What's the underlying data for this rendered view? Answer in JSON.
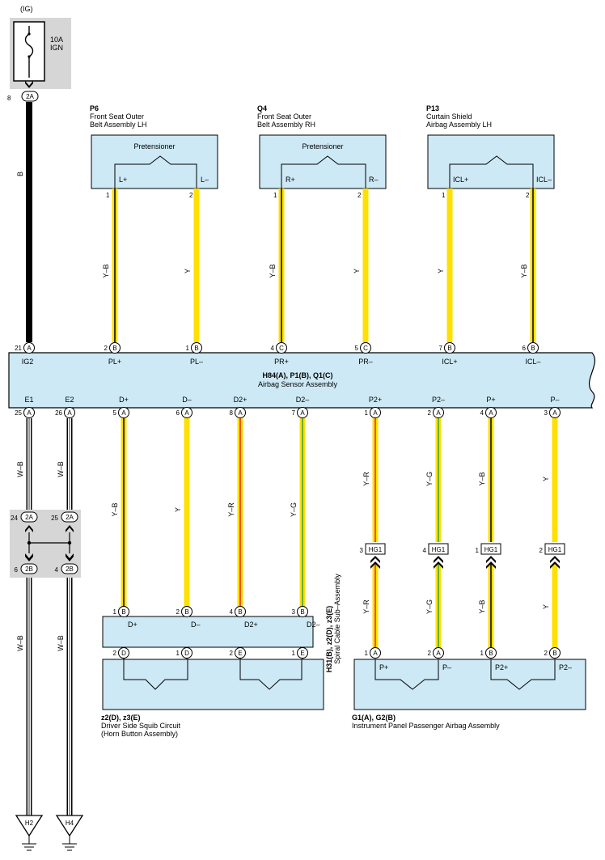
{
  "ig": {
    "label": "(IG)",
    "fuse_amp": "10A",
    "fuse_name": "IGN",
    "pin": "8",
    "conn": "2A",
    "wire": "B"
  },
  "components": {
    "p6": {
      "code": "P6",
      "name1": "Front Seat Outer",
      "name2": "Belt Assembly LH",
      "title": "Pretensioner",
      "t1": "L+",
      "t2": "L–",
      "p1": "1",
      "p2": "2"
    },
    "q4": {
      "code": "Q4",
      "name1": "Front Seat Outer",
      "name2": "Belt Assembly RH",
      "title": "Pretensioner",
      "t1": "R+",
      "t2": "R–",
      "p1": "1",
      "p2": "2"
    },
    "p13": {
      "code": "P13",
      "name1": "Curtain Shield",
      "name2": "Airbag Assembly LH",
      "t1": "ICL+",
      "t2": "ICL–",
      "p1": "1",
      "p2": "2"
    }
  },
  "upper_wires": [
    "Y–B",
    "Y",
    "Y–B",
    "Y",
    "Y",
    "Y–B"
  ],
  "sensor": {
    "code": "H84(A), P1(B), Q1(C)",
    "name": "Airbag Sensor Assembly",
    "top_pins": [
      {
        "num": "21",
        "conn": "A",
        "label": "IG2"
      },
      {
        "num": "2",
        "conn": "B",
        "label": "PL+"
      },
      {
        "num": "1",
        "conn": "B",
        "label": "PL–"
      },
      {
        "num": "4",
        "conn": "C",
        "label": "PR+"
      },
      {
        "num": "5",
        "conn": "C",
        "label": "PR–"
      },
      {
        "num": "7",
        "conn": "B",
        "label": "ICL+"
      },
      {
        "num": "6",
        "conn": "B",
        "label": "ICL–"
      }
    ],
    "bottom_pins": [
      {
        "num": "25",
        "conn": "A",
        "label": "E1"
      },
      {
        "num": "26",
        "conn": "A",
        "label": "E2"
      },
      {
        "num": "5",
        "conn": "A",
        "label": "D+"
      },
      {
        "num": "6",
        "conn": "A",
        "label": "D–"
      },
      {
        "num": "8",
        "conn": "A",
        "label": "D2+"
      },
      {
        "num": "7",
        "conn": "A",
        "label": "D2–"
      },
      {
        "num": "1",
        "conn": "A",
        "label": "P2+"
      },
      {
        "num": "2",
        "conn": "A",
        "label": "P2–"
      },
      {
        "num": "4",
        "conn": "A",
        "label": "P+"
      },
      {
        "num": "3",
        "conn": "A",
        "label": "P–"
      }
    ]
  },
  "lower_wires": [
    "W–B",
    "W–B",
    "Y–B",
    "Y",
    "Y–R",
    "Y–G",
    "Y–R",
    "Y–G",
    "Y–B",
    "Y"
  ],
  "junction": {
    "pins_top": [
      "24",
      "25"
    ],
    "conn_top": "2A",
    "pins_bottom": [
      "6",
      "4"
    ],
    "conn_bottom": "2B"
  },
  "ground_wires": [
    "W–B",
    "W–B"
  ],
  "grounds": [
    "H2",
    "H4"
  ],
  "hg1": {
    "conn": "HG1",
    "pins": [
      "3",
      "4",
      "1",
      "2"
    ]
  },
  "hg_wires": [
    "Y–R",
    "Y–G",
    "Y–B",
    "Y"
  ],
  "spiral": {
    "code": "H31(B), z2(D), z3(E)",
    "name": "Spiral Cable Sub–Assembly",
    "top_pins": [
      {
        "num": "1",
        "conn": "B",
        "label": "D+"
      },
      {
        "num": "2",
        "conn": "B",
        "label": "D–"
      },
      {
        "num": "4",
        "conn": "B",
        "label": "D2+"
      },
      {
        "num": "3",
        "conn": "B",
        "label": "D2–"
      }
    ],
    "bottom_pins": [
      {
        "num": "2",
        "conn": "D"
      },
      {
        "num": "1",
        "conn": "D"
      },
      {
        "num": "2",
        "conn": "E"
      },
      {
        "num": "1",
        "conn": "E"
      }
    ]
  },
  "squib": {
    "code": "z2(D), z3(E)",
    "name1": "Driver Side Squib Circuit",
    "name2": "(Horn Button Assembly)"
  },
  "passenger": {
    "code": "G1(A), G2(B)",
    "name": "Instrument Panel Passenger Airbag Assembly",
    "pins": [
      {
        "num": "1",
        "conn": "A",
        "label": "P+"
      },
      {
        "num": "2",
        "conn": "A",
        "label": "P–"
      },
      {
        "num": "1",
        "conn": "B",
        "label": "P2+"
      },
      {
        "num": "2",
        "conn": "B",
        "label": "P2–"
      }
    ]
  },
  "colors": {
    "box_fill": "#cde9f5",
    "gray_fill": "#d6d6d6",
    "yellow": "#ffe000",
    "red": "#e8232a",
    "green": "#3aa040",
    "black": "#000000"
  }
}
